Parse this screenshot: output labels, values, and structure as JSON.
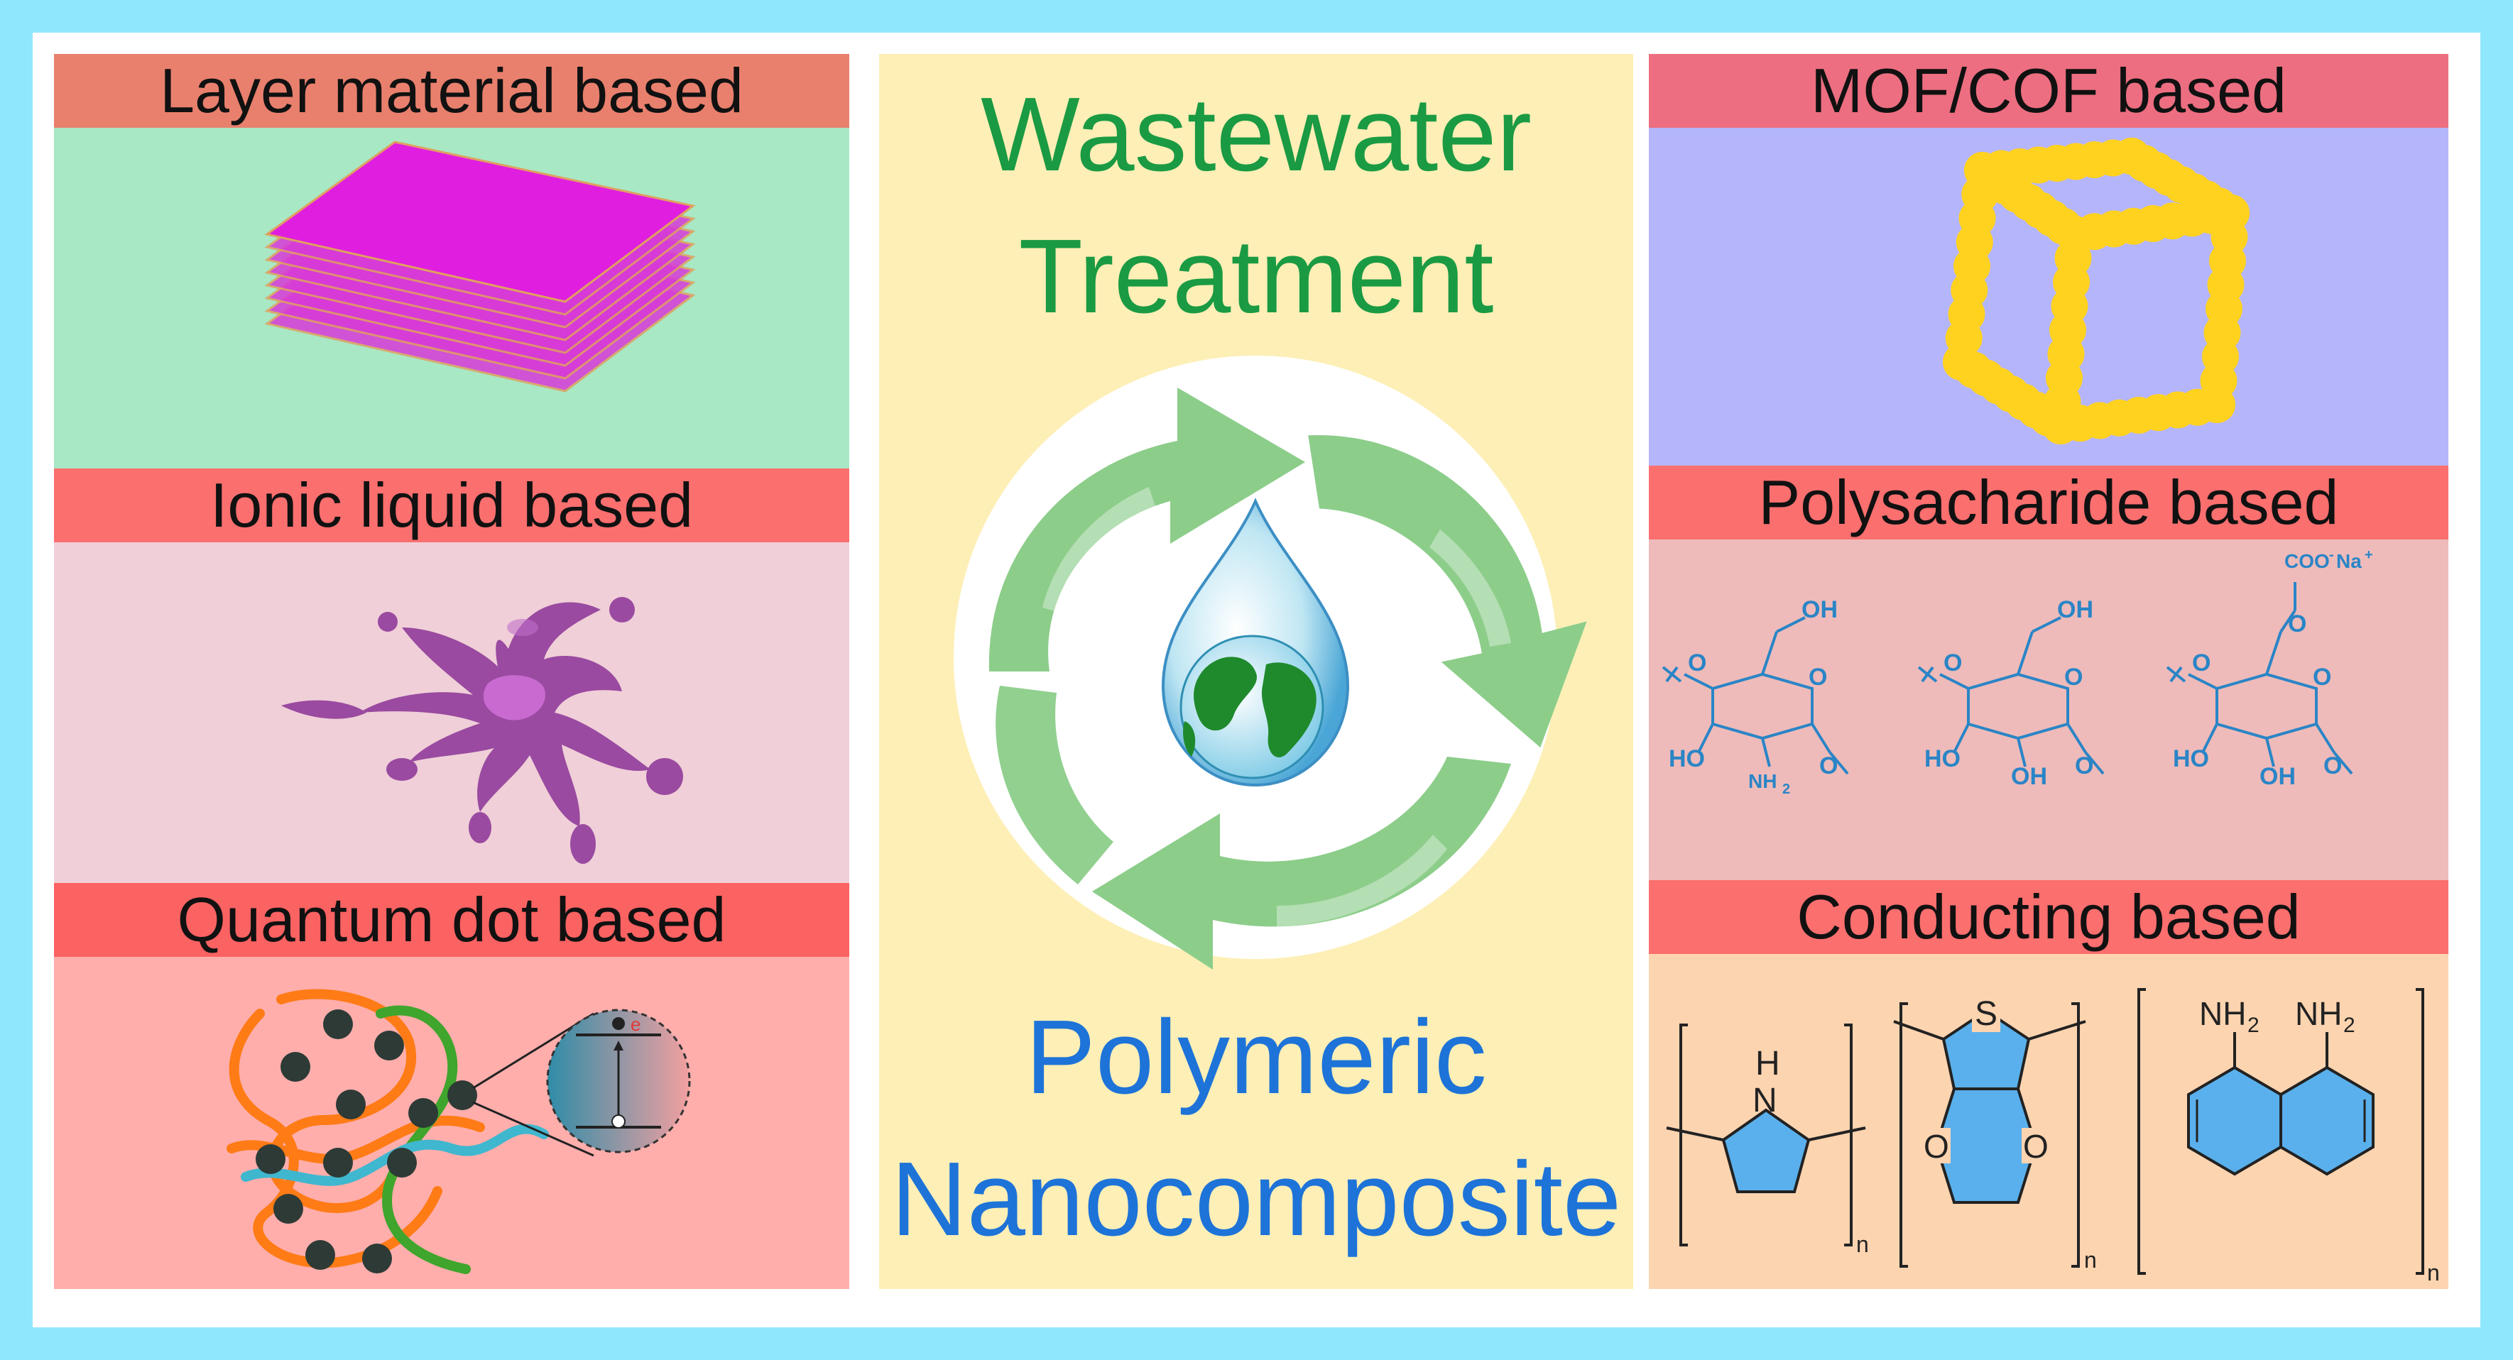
{
  "title": {
    "line1": "Wastewater",
    "line2": "Treatment",
    "color": "#1a9a43"
  },
  "subtitle": {
    "line1": "Polymeric",
    "line2": "Nanocomposite",
    "color": "#1e73d8"
  },
  "panels": {
    "layer": {
      "label": "Layer material based",
      "header_color": "#e8806d",
      "body_color": "#a8e8c4"
    },
    "ionic": {
      "label": "Ionic liquid based",
      "header_color": "#fb6f6f",
      "body_color": "#f0cfd8"
    },
    "quantum": {
      "label": "Quantum dot based",
      "header_color": "#fb6262",
      "body_color": "#ffaeac",
      "electron_label": "e"
    },
    "mof": {
      "label": "MOF/COF based",
      "header_color": "#ec6e80",
      "body_color": "#b5b5fc"
    },
    "polysaccharide": {
      "label": "Polysacharide based",
      "header_color": "#fb6f6f",
      "body_color": "#eebbba",
      "chem": {
        "oh": "OH",
        "ho": "HO",
        "nh2": "NH",
        "two": "2",
        "o": "O",
        "coo": "COO",
        "minus": "-",
        "na": "Na",
        "plus": "+"
      }
    },
    "conducting": {
      "label": "Conducting based",
      "header_color": "#fb6f6f",
      "body_color": "#fdd4b0",
      "chem": {
        "h": "H",
        "n": "N",
        "s": "S",
        "o": "O",
        "nh": "NH",
        "two": "2",
        "sub_n": "n"
      }
    }
  },
  "colors": {
    "frame": "#8fe7fd",
    "center_bg": "#fdefb6",
    "arrow_green": "#8ccd8a",
    "ring_blue": "#5aa9e6",
    "qd_dot": "#2d3a36"
  }
}
